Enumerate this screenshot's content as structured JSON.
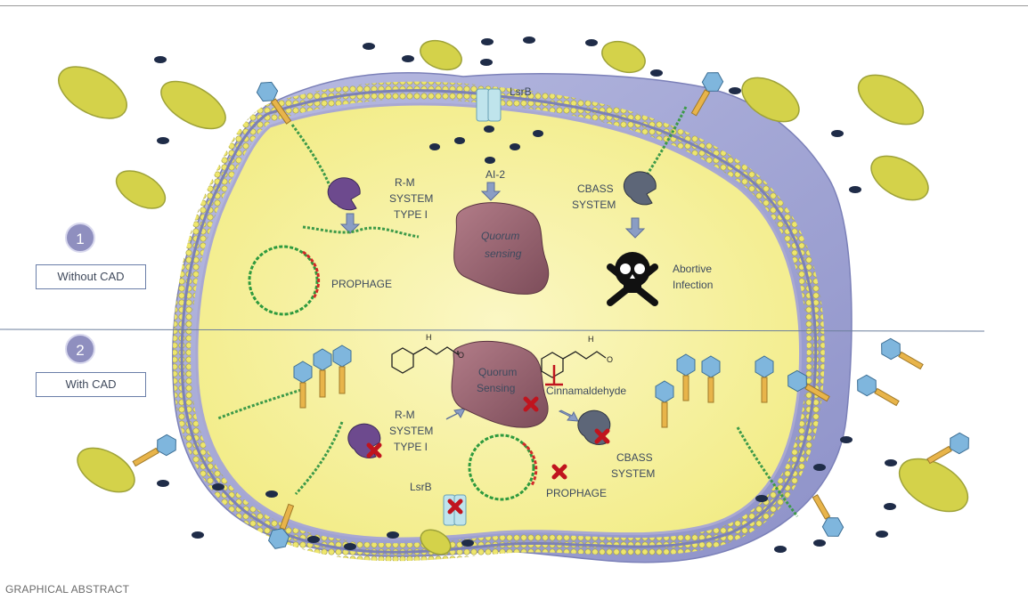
{
  "panel1": {
    "number": "1",
    "condition": "Without CAD"
  },
  "panel2": {
    "number": "2",
    "condition": "With CAD"
  },
  "labels": {
    "lsrb_top": "LsrB",
    "ai2": "AI-2",
    "rm_system_1": [
      "R-M",
      "SYSTEM",
      "TYPE I"
    ],
    "quorum_1": [
      "Quorum",
      "sensing"
    ],
    "cbass_1": [
      "CBASS",
      "SYSTEM"
    ],
    "prophage_1": "PROPHAGE",
    "abortive_1": [
      "Abortive",
      "Infection"
    ],
    "quorum_2": [
      "Quorum",
      "Sensing"
    ],
    "cinnamaldehyde": "Cinnamaldehyde",
    "rm_system_2": [
      "R-M",
      "SYSTEM",
      "TYPE I"
    ],
    "cbass_2": [
      "CBASS",
      "SYSTEM"
    ],
    "lsrb_bottom": "LsrB",
    "prophage_2": "PROPHAGE",
    "molecule_o": "O",
    "molecule_h": "H"
  },
  "footer": "GRAPHICAL ABSTRACT",
  "colors": {
    "cytoplasm": "#f8f3a2",
    "outer_membrane": "#a9acd8",
    "lipid_head": "#ece56a",
    "quorum_blob": "#9c6572",
    "inhibit_x": "#c0141e",
    "dna_green": "#2e9a3e",
    "phage_head": "#5fa3cf"
  }
}
